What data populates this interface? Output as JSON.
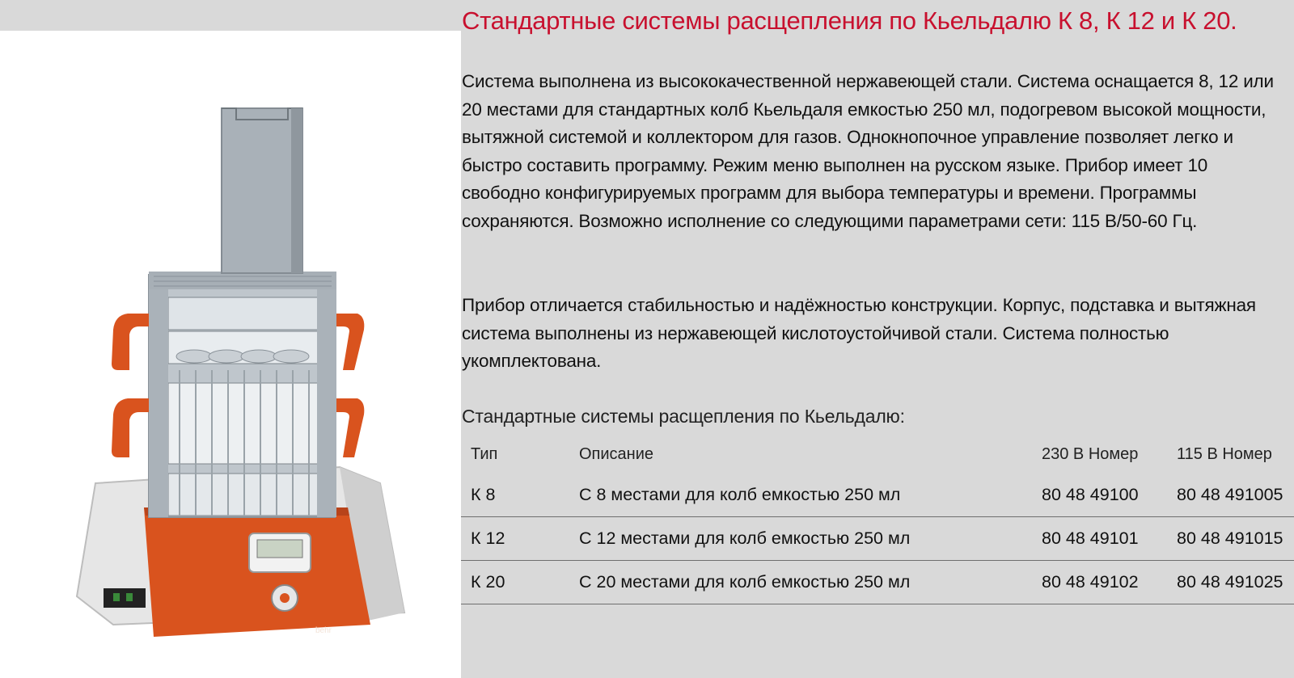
{
  "page": {
    "title": "Стандартные системы расщепления по Кьельдалю К 8, К 12 и К 20.",
    "title_color": "#c8102e",
    "paragraph_1": "Система выполнена из высококачественной нержавеющей стали. Система оснащается 8, 12 или 20 местами для стандартных колб Кьельдаля емкостью 250 мл, подогревом высокой мощности, вытяжной системой и коллектором для газов. Однокнопочное управление позволяет легко и быстро составить программу. Режим меню выполнен на русском языке. Прибор имеет 10 свободно конфигурируемых программ для выбора температуры и времени. Программы сохраняются. Возможно исполнение со следующими параметрами сети: 115 В/50-60 Гц.",
    "paragraph_2": "Прибор отличается стабильностью и надёжностью конструкции. Корпус, подставка и вытяжная система выполнены из нержавеющей кислотоустойчивой стали. Система полностью укомплектована.",
    "table_heading": "Стандартные системы расщепления по Кьельдалю:"
  },
  "product_image": {
    "icon": "kjeldahl-digestion-unit-icon",
    "brand_label": "behr",
    "accent_color": "#d9531e"
  },
  "table": {
    "headers": [
      "Тип",
      "Описание",
      "230 В Номер",
      "115 В Номер"
    ],
    "rows": [
      {
        "type": "К 8",
        "description": "С 8 местами для колб емкостью 250 мл",
        "num_230": "80 48 49100",
        "num_115": "80 48 491005"
      },
      {
        "type": "К 12",
        "description": "С 12 местами для колб емкостью 250 мл",
        "num_230": "80 48 49101",
        "num_115": "80 48 491015"
      },
      {
        "type": "К 20",
        "description": "С 20 местами для колб емкостью 250 мл",
        "num_230": "80 48 49102",
        "num_115": "80 48 491025"
      }
    ]
  }
}
